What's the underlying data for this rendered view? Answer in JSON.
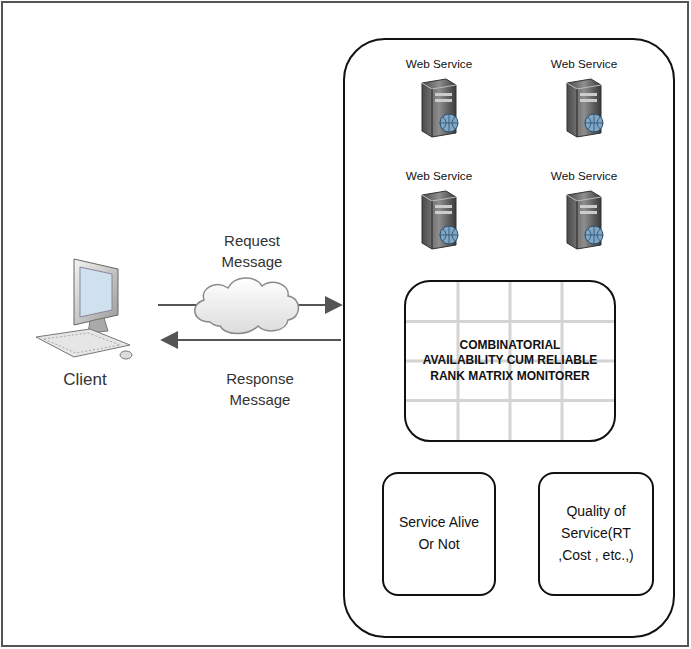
{
  "diagram": {
    "nodes": [
      {
        "text": [
          "Client"
        ]
      },
      {
        "text": []
      },
      {
        "text": [
          "Web Service"
        ],
        "in": 1
      },
      {
        "text": [
          "Web Service"
        ],
        "in": 1
      },
      {
        "text": [
          "Web Service"
        ],
        "in": 1
      },
      {
        "text": [
          "Web Service"
        ],
        "in": 1
      },
      {
        "text": [
          "COMBINATORIAL AVAILABILITY CUM RELIABLE RANK MATRIX MONITORER"
        ],
        "in": 1
      },
      {
        "text": [
          "Service Alive Or Not"
        ],
        "in": 1
      },
      {
        "text": [
          "Quality of Service(RT ,Cost , etc.,)"
        ],
        "in": 1
      }
    ],
    "edges": [
      {
        "from": 0,
        "to": 1,
        "arrow": "to",
        "label": "Request Message"
      },
      {
        "from": 1,
        "to": 0,
        "arrow": "to",
        "label": "Response Message"
      }
    ]
  }
}
